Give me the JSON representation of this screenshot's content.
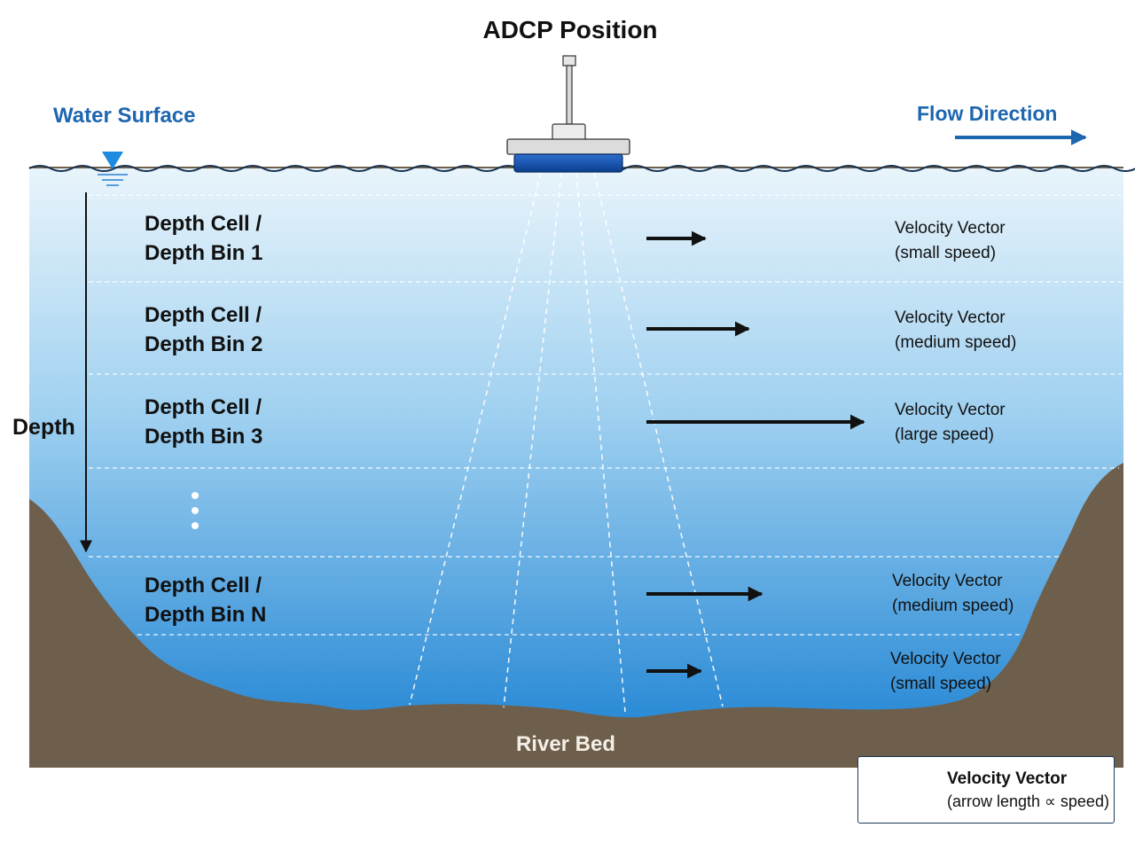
{
  "title": "ADCP Position",
  "water_surface_label": "Water Surface",
  "flow_direction_label": "Flow Direction",
  "depth_axis_label": "Depth",
  "river_bed_label": "River Bed",
  "depth_cells": [
    {
      "line1": "Depth Cell /",
      "line2": "Depth Bin 1"
    },
    {
      "line1": "Depth Cell /",
      "line2": "Depth Bin 2"
    },
    {
      "line1": "Depth Cell /",
      "line2": "Depth Bin 3"
    },
    {
      "line1": "Depth Cell /",
      "line2": "Depth Bin N"
    }
  ],
  "velocity_vectors": [
    {
      "label": "Velocity Vector",
      "speed": "(small speed)",
      "relative_speed": 0.27
    },
    {
      "label": "Velocity Vector",
      "speed": "(medium speed)",
      "relative_speed": 0.47
    },
    {
      "label": "Velocity Vector",
      "speed": "(large speed)",
      "relative_speed": 1.0
    },
    {
      "label": "Velocity Vector",
      "speed": "(medium speed)",
      "relative_speed": 0.53
    },
    {
      "label": "Velocity Vector",
      "speed": "(small speed)",
      "relative_speed": 0.25
    }
  ],
  "legend": {
    "title": "Velocity Vector",
    "description": "(arrow length ∝ speed)"
  },
  "colors": {
    "accent_blue": "#1d66b0",
    "water_top": "#e6f3fb",
    "water_bottom": "#2f8fd8",
    "river_bed": "#6f5f4c",
    "arrow": "#111111"
  }
}
